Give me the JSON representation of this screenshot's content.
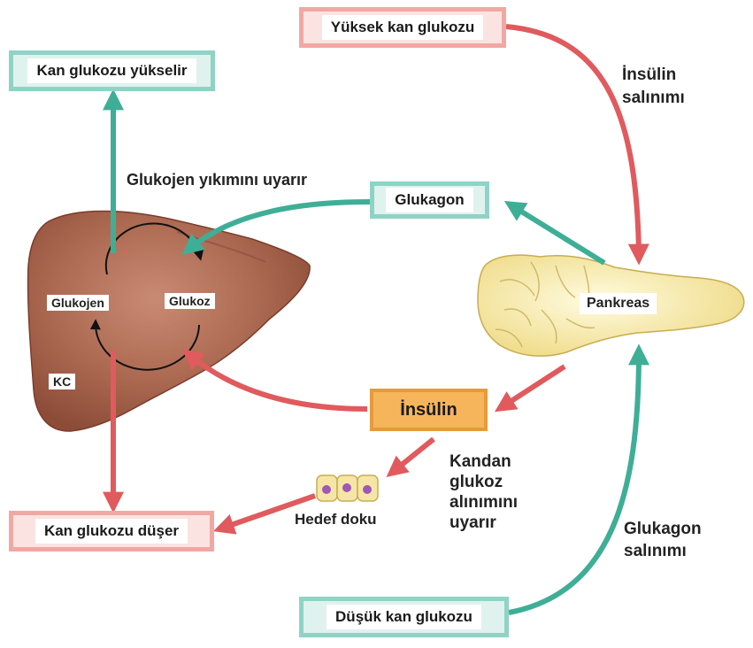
{
  "boxes": {
    "high_glucose": "Yüksek kan glukozu",
    "glucose_rises": "Kan glukozu yükselir",
    "glucagon": "Glukagon",
    "insulin": "İnsülin",
    "glucose_falls": "Kan glukozu düşer",
    "low_glucose": "Düşük kan glukozu"
  },
  "labels": {
    "insulin_release_1": "İnsülin",
    "insulin_release_2": "salınımı",
    "glycogen_breakdown": "Glukojen yıkımını uyarır",
    "glycogen": "Glukojen",
    "glucose": "Glukoz",
    "liver": "KC",
    "pancreas": "Pankreas",
    "uptake_1": "Kandan",
    "uptake_2": "glukoz",
    "uptake_3": "alınımını",
    "uptake_4": "uyarır",
    "target_tissue": "Hedef doku",
    "glucagon_release_1": "Glukagon",
    "glucagon_release_2": "salınımı"
  },
  "colors": {
    "red_arrow": "#e05a5e",
    "teal_arrow": "#3fae97",
    "liver": "#a8614d",
    "pancreas": "#f7eaa8"
  }
}
